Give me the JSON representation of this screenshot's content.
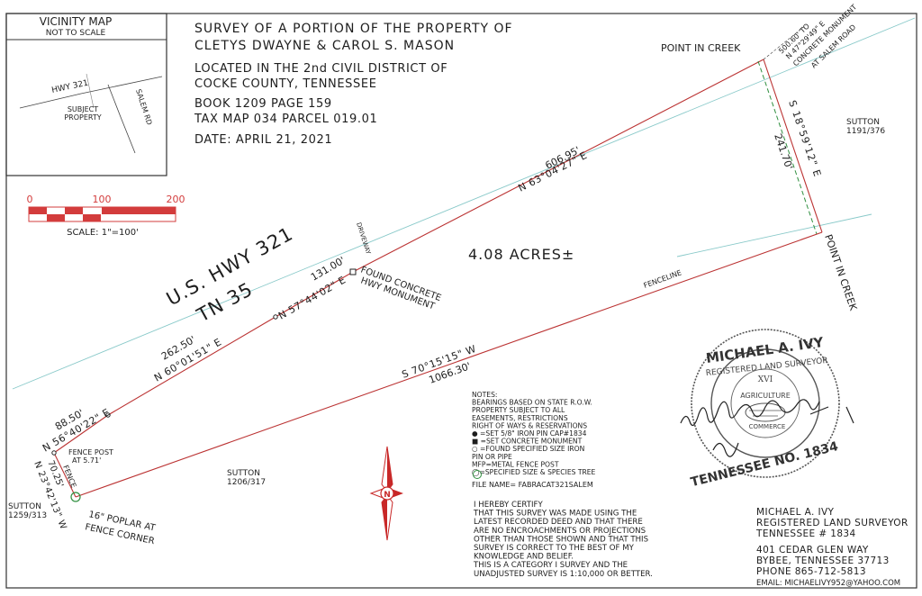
{
  "vicinity_map": {
    "title": "VICINITY MAP",
    "subtitle": "NOT TO SCALE",
    "hwy_label": "HWY 321",
    "subject_label_1": "SUBJECT",
    "subject_label_2": "PROPERTY",
    "salem_label": "SALEM RD"
  },
  "title_block": {
    "line1": "SURVEY OF A PORTION OF THE PROPERTY OF",
    "line2": "CLETYS DWAYNE & CAROL S. MASON",
    "line3": "LOCATED IN THE 2nd CIVIL DISTRICT OF",
    "line4": "COCKE COUNTY, TENNESSEE",
    "book": "BOOK   1209 PAGE 159",
    "tax_map": "TAX MAP   034 PARCEL 019.01",
    "date": "DATE: APRIL 21, 2021"
  },
  "scale_bar": {
    "tick_0": "0",
    "tick_100": "100",
    "tick_200": "200",
    "label": "SCALE:  1\"=100'"
  },
  "map": {
    "road_name_1": "U.S. HWY 321",
    "road_name_2": "TN 35",
    "acreage": "4.08 ACRES±",
    "point_in_creek_top": "POINT IN CREEK",
    "point_in_creek_right": "POINT IN CREEK",
    "tie_line_1": "500.60' TO",
    "tie_line_2": "N 47°29'49\" E",
    "tie_line_3": "CONCRETE MONUMENT",
    "tie_line_4": "AT SALEM ROAD",
    "sutton_ne_name": "SUTTON",
    "sutton_ne_ref": "1191/376",
    "sutton_s_name": "SUTTON",
    "sutton_s_ref": "1206/317",
    "sutton_w_name": "SUTTON",
    "sutton_w_ref": "1259/313",
    "driveway": "DRIVEWAY",
    "found_monument_1": "FOUND CONCRETE",
    "found_monument_2": "HWY MONUMENT",
    "fenceline": "FENCELINE",
    "fence_post_1": "FENCE POST",
    "fence_post_2": "AT 5.71'",
    "fence_label": "FENCE",
    "poplar_1": "16\" POPLAR AT",
    "poplar_2": "FENCE CORNER",
    "north_arrow_letter": "N"
  },
  "calls": {
    "c1_dist": "606.95'",
    "c1_bearing": "N 63°04'27\" E",
    "c2_dist": "131.00'",
    "c2_bearing": "N 57°44'02\" E",
    "c3_dist": "262.50'",
    "c3_bearing": "N 60°01'51\" E",
    "c4_dist": "88.50'",
    "c4_bearing": "N 56°40'22\" E",
    "east_dist": "241.70'",
    "east_bearing": "S 18°59'12\" E",
    "south_bearing": "S 70°15'15\" W",
    "south_dist": "1066.30'",
    "west_dist": "70.25'",
    "west_bearing": "N 23°42'13\" W"
  },
  "notes": {
    "lines": [
      "NOTES:",
      "BEARINGS BASED ON STATE R.O.W.",
      "PROPERTY SUBJECT TO ALL",
      "EASEMENTS, RESTRICTIONS",
      "RIGHT OF WAYS & RESERVATIONS",
      "● =SET 5/8\" IRON PIN CAP#1834",
      "■ =SET CONCRETE MONUMENT",
      "○ =FOUND SPECIFIED SIZE IRON",
      "PIN OR PIPE",
      "MFP=METAL FENCE POST",
      "◯=SPECIFIED SIZE & SPECIES TREE"
    ],
    "file_name": "FILE NAME= FABRACAT321SALEM"
  },
  "certification": {
    "lines": [
      "I HEREBY CERTIFY",
      "THAT THIS SURVEY WAS MADE USING THE",
      "LATEST RECORDED DEED AND THAT THERE",
      "ARE NO ENCROACHMENTS OR PROJECTIONS",
      "OTHER THAN THOSE SHOWN AND THAT THIS",
      "SURVEY IS CORRECT TO THE BEST OF MY",
      "KNOWLEDGE AND BELIEF.",
      "THIS IS A CATEGORY I SURVEY AND THE",
      "UNADJUSTED SURVEY IS 1:10,000 OR BETTER."
    ]
  },
  "surveyor": {
    "name": "MICHAEL A. IVY",
    "title": "REGISTERED LAND SURVEYOR",
    "state_no": "TENNESSEE # 1834",
    "address_1": "401 CEDAR GLEN WAY",
    "address_2": "BYBEE, TENNESSEE 37713",
    "phone": "PHONE 865-712-5813",
    "email": "EMAIL: MICHAELIVY952@YAHOO.COM"
  },
  "seal": {
    "top_text": "MICHAEL A. IVY",
    "ring_text": "REGISTERED LAND SURVEYOR",
    "number": "XVI",
    "agriculture": "AGRICULTURE",
    "commerce": "COMMERCE",
    "bottom_text": "TENNESSEE NO. 1834"
  },
  "colors": {
    "ink": "#1e1e1e",
    "row_line": "#88c9c9",
    "boundary_red": "#b33",
    "scale_red": "#d33c3c",
    "north_red": "#c82828",
    "dashed_green": "#2f8f3f"
  }
}
